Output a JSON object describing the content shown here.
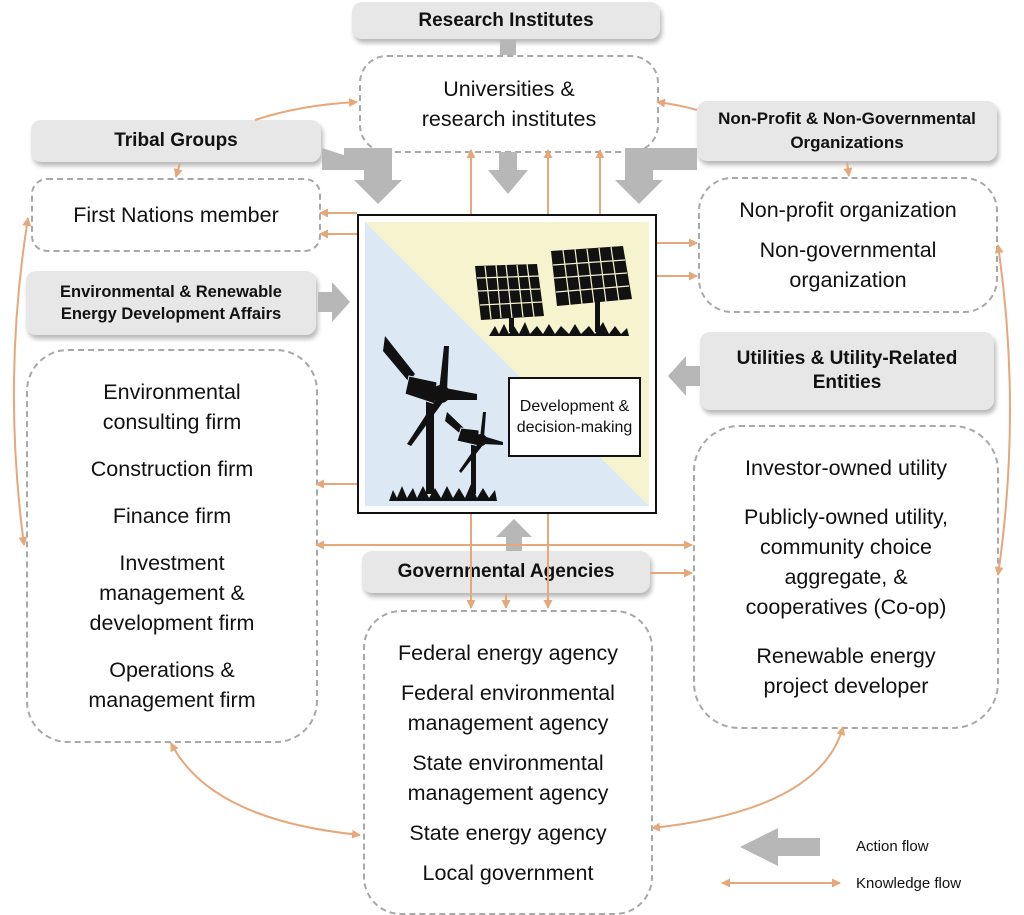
{
  "colors": {
    "action_flow": "#b7b7b7",
    "knowledge_flow": "#e6a77a",
    "group_box": "#e7e7e7",
    "dashed_border": "#a8a8a8",
    "bg_blue": "#dce9f5",
    "bg_yellow": "#f6f3cf"
  },
  "groups": {
    "research": {
      "header": "Research Institutes",
      "members": [
        "Universities &\nresearch institutes"
      ]
    },
    "tribal": {
      "header": "Tribal Groups",
      "members": [
        "First Nations member"
      ]
    },
    "env_affairs": {
      "header": "Environmental & Renewable Energy Development Affairs",
      "members": [
        "Environmental consulting firm",
        "Construction firm",
        "Finance firm",
        "Investment management & development firm",
        "Operations & management firm"
      ]
    },
    "nonprofit": {
      "header": "Non-Profit & Non-Governmental Organizations",
      "members": [
        "Non-profit organization",
        "Non-governmental organization"
      ]
    },
    "utilities": {
      "header": "Utilities & Utility-Related Entities",
      "members": [
        "Investor-owned utility",
        "Publicly-owned utility, community choice aggregate, & cooperatives (Co-op)",
        "Renewable energy project developer"
      ]
    },
    "government": {
      "header": "Governmental Agencies",
      "members": [
        "Federal energy agency",
        "Federal environmental management agency",
        "State environmental management agency",
        "State energy agency",
        "Local government"
      ]
    }
  },
  "center": {
    "label": "Development & decision-making",
    "illustration": [
      "solar-panels",
      "wind-turbines"
    ]
  },
  "legend": {
    "action_flow": "Action flow",
    "knowledge_flow": "Knowledge flow"
  }
}
